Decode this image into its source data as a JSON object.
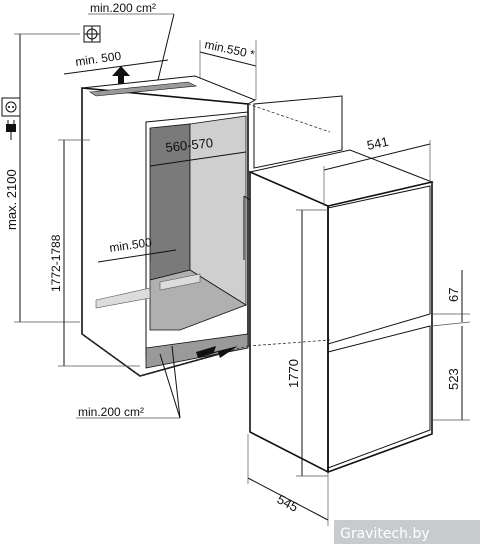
{
  "labels": {
    "ventilation_top": "min.200 cm²",
    "ventilation_bottom": "min.200 cm²",
    "top_depth": "min. 500",
    "door_clearance": "min.550 *",
    "niche_height_max": "max. 2100",
    "niche_height": "1772-1788",
    "niche_width": "560-570",
    "plinth_depth": "min.500",
    "appliance_width": "541",
    "appliance_height": "1770",
    "appliance_depth": "545",
    "gap_height": "67",
    "lower_door_height": "523"
  },
  "watermark": "Gravitech.by",
  "icons": [
    "socket-icon",
    "plug-icon",
    "ceiling-vent-icon"
  ]
}
